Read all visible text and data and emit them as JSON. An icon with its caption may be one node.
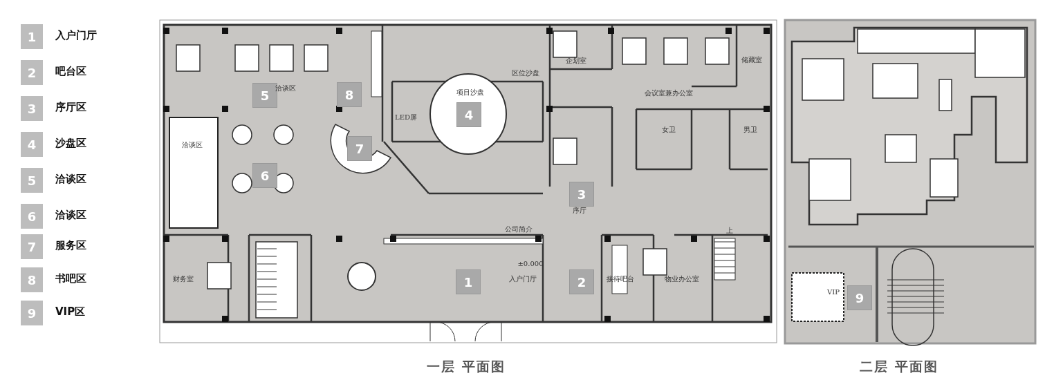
{
  "diagram": {
    "nodes": [
      {
        "text": [
          "1"
        ],
        "beside": [
          "入户门厅"
        ]
      },
      {
        "text": [
          "2"
        ],
        "beside": [
          "吧台区"
        ]
      },
      {
        "text": [
          "3"
        ],
        "beside": [
          "序厅区"
        ]
      },
      {
        "text": [
          "4"
        ],
        "beside": [
          "沙盘区"
        ]
      },
      {
        "text": [
          "5"
        ],
        "beside": [
          "洽谈区"
        ]
      },
      {
        "text": [
          "6"
        ],
        "beside": [
          "洽谈区"
        ]
      },
      {
        "text": [
          "7"
        ],
        "beside": [
          "服务区"
        ]
      },
      {
        "text": [
          "8"
        ],
        "beside": [
          "书吧区"
        ]
      },
      {
        "text": [
          "9"
        ],
        "beside": [
          "VIP区"
        ]
      },
      {
        "text": [
          "5"
        ]
      },
      {
        "text": [
          "8"
        ]
      },
      {
        "text": [
          "4"
        ]
      },
      {
        "text": [
          "7"
        ]
      },
      {
        "text": [
          "6"
        ]
      },
      {
        "text": [
          "3"
        ]
      },
      {
        "text": [
          "1"
        ]
      },
      {
        "text": [
          "2"
        ]
      },
      {
        "text": [
          "9"
        ]
      }
    ],
    "labels": [
      "洽谈区",
      "企划室",
      "储藏室",
      "区位沙盘",
      "项目沙盘",
      "会议室兼办公室",
      "LED屏",
      "洽谈区",
      "女卫",
      "男卫",
      "序厅",
      "公司简介",
      "上",
      "±0.000",
      "财务室",
      "入户门厅",
      "接待吧台",
      "物业办公室",
      "VIP",
      "一层 平面图",
      "二层 平面图"
    ]
  }
}
